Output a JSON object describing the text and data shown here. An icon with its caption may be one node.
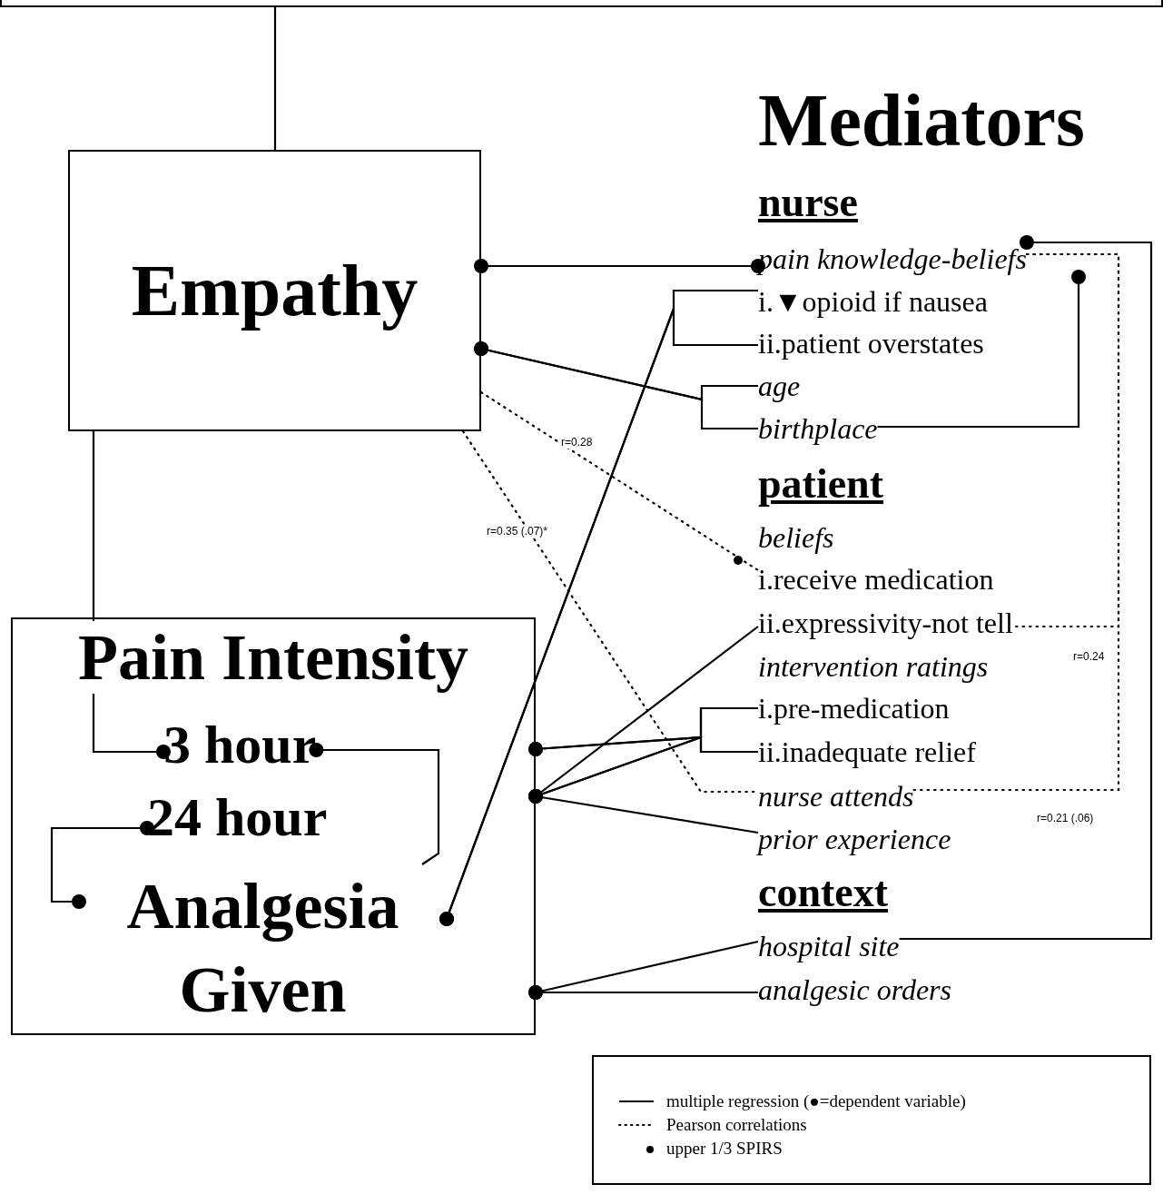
{
  "diagram": {
    "nodes": [
      {
        "text": [],
        "shape": "box"
      },
      {
        "text": [
          "Empathy"
        ]
      },
      {
        "text": [
          "Pain Intensity"
        ]
      },
      {
        "text": [
          "3 hour"
        ],
        "in": 2
      },
      {
        "text": [
          "24 hour"
        ],
        "in": 2
      },
      {
        "text": [
          "Analgesia Given"
        ],
        "in": 2
      },
      {
        "text": [
          "pain knowledge-beliefs"
        ]
      },
      {
        "text": [
          "i.▼opioid if nausea"
        ]
      },
      {
        "text": [
          "ii.patient overstates"
        ]
      },
      {
        "text": [
          "age"
        ]
      },
      {
        "text": [
          "birthplace"
        ]
      },
      {
        "text": [
          "beliefs"
        ]
      },
      {
        "text": [
          "i.receive medication"
        ]
      },
      {
        "text": [
          "ii.expressivity-not tell"
        ]
      },
      {
        "text": [
          "intervention ratings"
        ]
      },
      {
        "text": [
          "i.pre-medication"
        ]
      },
      {
        "text": [
          "ii.inadequate relief"
        ]
      },
      {
        "text": [
          "nurse attends"
        ]
      },
      {
        "text": [
          "prior experience"
        ]
      },
      {
        "text": [
          "hospital site"
        ]
      },
      {
        "text": [
          "analgesic orders"
        ]
      }
    ],
    "edges": [
      {
        "from": 0,
        "to": 1,
        "arrow": "none"
      },
      {
        "from": 6,
        "to": 1,
        "arrow": "other"
      },
      {
        "from": 9,
        "to": 1,
        "arrow": "other"
      },
      {
        "from": 10,
        "to": 1,
        "arrow": "other"
      },
      {
        "from": 7,
        "to": 5,
        "arrow": "other"
      },
      {
        "from": 8,
        "to": 5,
        "arrow": "other"
      },
      {
        "from": 10,
        "to": 6,
        "arrow": "other"
      },
      {
        "from": 19,
        "to": 6,
        "arrow": "other"
      },
      {
        "from": 1,
        "to": 12,
        "arrow": "none",
        "style": "dashed",
        "label": "r=0.28"
      },
      {
        "from": 1,
        "to": 17,
        "arrow": "none",
        "style": "dashed",
        "label": "r=0.35 (.07)*"
      },
      {
        "from": 6,
        "to": 13,
        "arrow": "none",
        "style": "dashed",
        "label": "r=0.24"
      },
      {
        "from": 6,
        "to": 17,
        "arrow": "none",
        "style": "dashed",
        "label": "r=0.21 (.06)"
      },
      {
        "from": 1,
        "to": 3,
        "arrow": "other"
      },
      {
        "from": 5,
        "to": 3,
        "arrow": "other"
      },
      {
        "from": 4,
        "to": 5,
        "arrow": "other"
      },
      {
        "from": 15,
        "to": 2,
        "arrow": "other"
      },
      {
        "from": 16,
        "to": 2,
        "arrow": "other"
      },
      {
        "from": 15,
        "to": 2,
        "arrow": "other"
      },
      {
        "from": 16,
        "to": 2,
        "arrow": "other"
      },
      {
        "from": 13,
        "to": 2,
        "arrow": "other"
      },
      {
        "from": 18,
        "to": 2,
        "arrow": "other"
      },
      {
        "from": 19,
        "to": 2,
        "arrow": "other"
      },
      {
        "from": 20,
        "to": 2,
        "arrow": "other"
      }
    ],
    "labels": [
      "Mediators",
      "nurse",
      "patient",
      "context"
    ],
    "legend": [
      {
        "text": "multiple regression (●=dependent variable)"
      },
      {
        "text": "Pearson correlations"
      },
      {
        "text": "upper 1/3 SPIRS"
      }
    ]
  }
}
